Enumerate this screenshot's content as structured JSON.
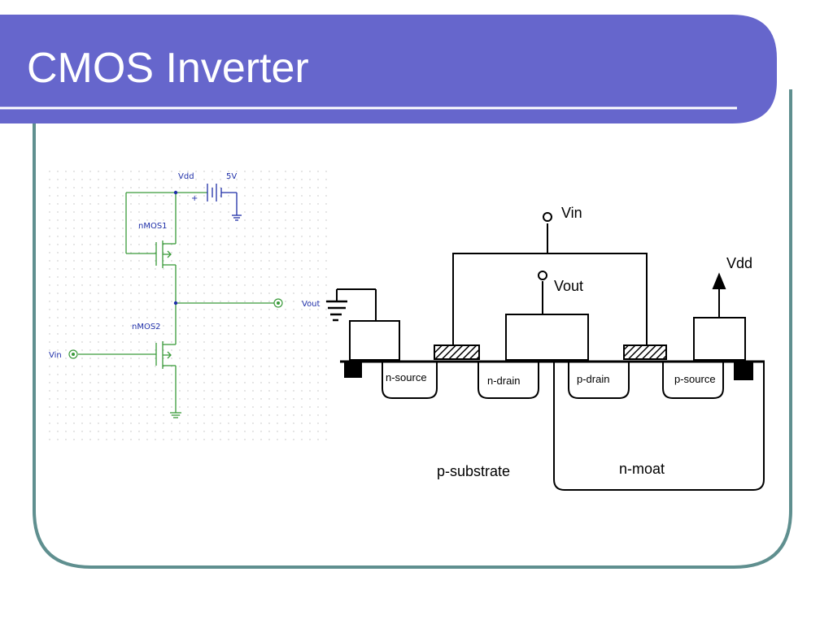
{
  "slide": {
    "title": "CMOS Inverter",
    "colors": {
      "title_band": "#6666cc",
      "title_text": "#ffffff",
      "frame_border": "#5f8f8f",
      "underline": "#ffffff",
      "schematic_wire": "#3a9a3a",
      "schematic_label": "#1f2fa8"
    }
  },
  "schematic": {
    "labels": {
      "vdd": "Vdd",
      "voltage": "5V",
      "plus": "+",
      "nmos1": "nMOS1",
      "nmos2": "nMOS2",
      "vout": "Vout",
      "vin": "Vin"
    }
  },
  "cross_section": {
    "labels": {
      "vin": "Vin",
      "vout": "Vout",
      "vdd": "Vdd",
      "n_source": "n-source",
      "n_drain": "n-drain",
      "p_drain": "p-drain",
      "p_source": "p-source",
      "p_substrate": "p-substrate",
      "n_moat": "n-moat"
    }
  }
}
